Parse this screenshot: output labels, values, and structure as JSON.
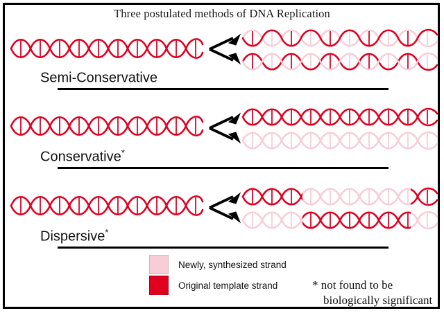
{
  "title": "Three postulated methods of DNA Replication",
  "colors": {
    "original_template_strand": "#E00020",
    "newly_synthesized_strand": "#F8CDD8",
    "arrow": "#000000",
    "frame": "#000000",
    "background": "#FFFFFF"
  },
  "methods": [
    {
      "label": "Semi-Conservative",
      "asterisk": "",
      "parent": {
        "pattern": "all-original"
      },
      "daughters": [
        {
          "backbone_a": "original",
          "backbone_b": "new"
        },
        {
          "backbone_a": "new",
          "backbone_b": "original"
        }
      ]
    },
    {
      "label": "Conservative",
      "asterisk": "*",
      "parent": {
        "pattern": "all-original"
      },
      "daughters": [
        {
          "backbone_a": "original",
          "backbone_b": "original"
        },
        {
          "backbone_a": "new",
          "backbone_b": "new"
        }
      ]
    },
    {
      "label": "Dispersive",
      "asterisk": "*",
      "parent": {
        "pattern": "all-original"
      },
      "daughters": [
        {
          "segments": [
            "original",
            "new",
            "new",
            "original"
          ]
        },
        {
          "segments": [
            "new",
            "original",
            "original",
            "new"
          ]
        }
      ]
    }
  ],
  "legend": {
    "items": [
      {
        "swatch": "newly-synthesized",
        "text": "Newly, synthesized strand"
      },
      {
        "swatch": "original-template",
        "text": "Original template strand"
      }
    ]
  },
  "footnote": {
    "line1": "* not found to be",
    "line2": "biologically significant"
  }
}
